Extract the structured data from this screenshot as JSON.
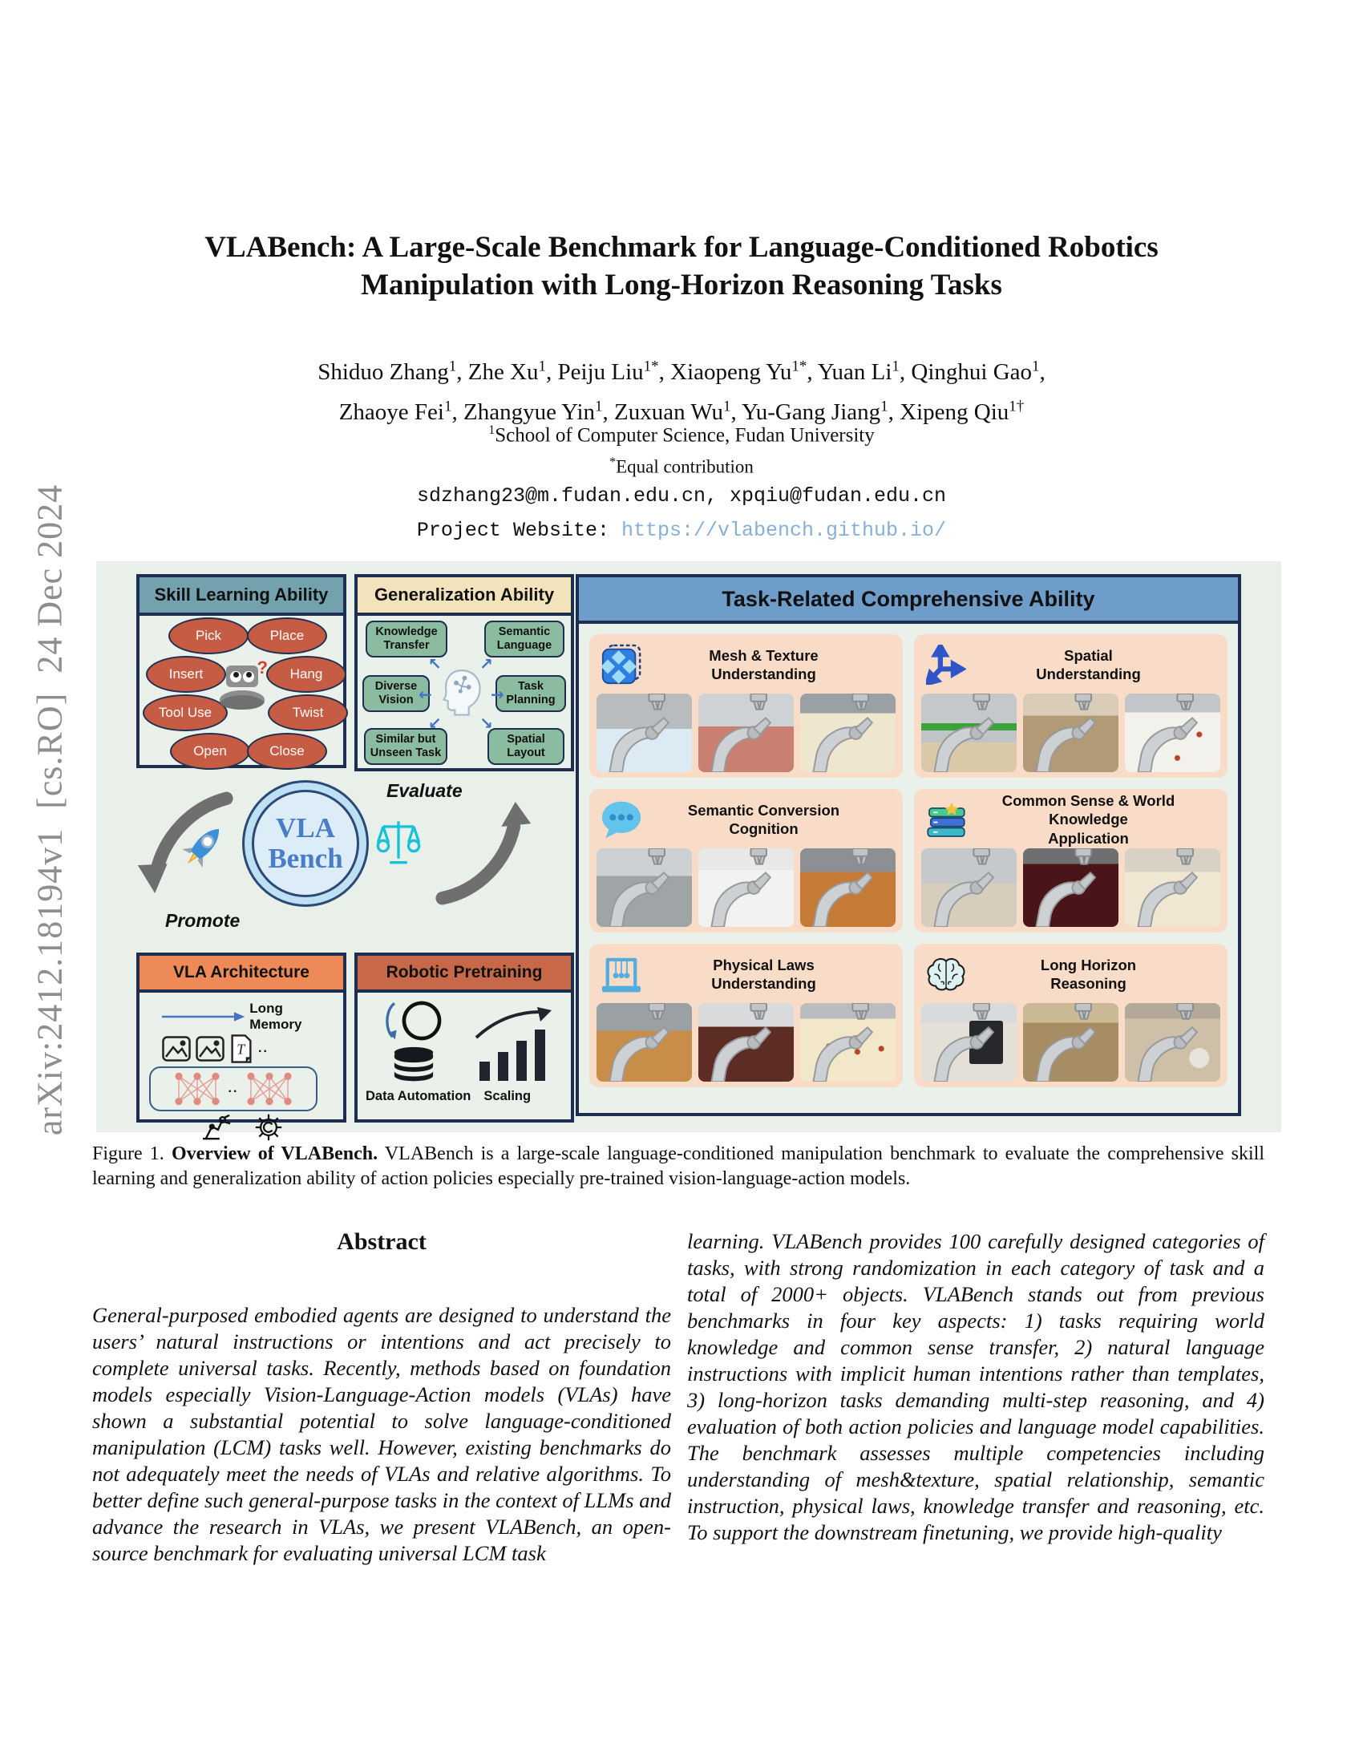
{
  "arxiv_sidebar": "arXiv:2412.18194v1  [cs.RO]  24 Dec 2024",
  "title": {
    "line1": "VLABench: A Large-Scale Benchmark for Language-Conditioned Robotics",
    "line2": "Manipulation with Long-Horizon Reasoning Tasks"
  },
  "authors": [
    {
      "name": "Shiduo Zhang",
      "sup": "1",
      "sep": ", "
    },
    {
      "name": "Zhe Xu",
      "sup": "1",
      "sep": ", "
    },
    {
      "name": "Peiju Liu",
      "sup": "1*",
      "sep": ", "
    },
    {
      "name": "Xiaopeng Yu",
      "sup": "1*",
      "sep": ", "
    },
    {
      "name": "Yuan Li",
      "sup": "1",
      "sep": ", "
    },
    {
      "name": "Qinghui Gao",
      "sup": "1",
      "sep": ","
    },
    {
      "name": "Zhaoye Fei",
      "sup": "1",
      "sep": ", "
    },
    {
      "name": "Zhangyue Yin",
      "sup": "1",
      "sep": ", "
    },
    {
      "name": "Zuxuan Wu",
      "sup": "1",
      "sep": ", "
    },
    {
      "name": "Yu-Gang Jiang",
      "sup": "1",
      "sep": ", "
    },
    {
      "name": "Xipeng Qiu",
      "sup": "1†",
      "sep": ""
    }
  ],
  "affiliation": {
    "sup": "1",
    "text": "School of Computer Science, Fudan University"
  },
  "contribution": {
    "sup": "*",
    "text": "Equal contribution"
  },
  "emails": "sdzhang23@m.fudan.edu.cn, xpqiu@fudan.edu.cn",
  "website": {
    "label": "Project Website:",
    "url": "https://vlabench.github.io/"
  },
  "figure": {
    "skill_panel": {
      "title": "Skill Learning Ability",
      "skills": [
        "Pick",
        "Place",
        "Insert",
        "Hang",
        "Tool Use",
        "Twist",
        "Open",
        "Close"
      ]
    },
    "generalization_panel": {
      "title": "Generalization Ability",
      "items": [
        "Knowledge Transfer",
        "Semantic Language",
        "Diverse Vision",
        "Task Planning",
        "Similar but Unseen Task",
        "Spatial Layout"
      ],
      "arrows": [
        "↖",
        "↗",
        "←",
        "→",
        "↙",
        "↘"
      ]
    },
    "task_panel": {
      "title": "Task-Related Comprehensive Ability",
      "subpanels": [
        {
          "icon": "mesh-texture-icon",
          "line1": "Mesh & Texture",
          "line2": "Understanding"
        },
        {
          "icon": "spatial-axes-icon",
          "line1": "Spatial",
          "line2": "Understanding"
        },
        {
          "icon": "speech-bubble-icon",
          "line1": "Semantic Conversion",
          "line2": "Cognition"
        },
        {
          "icon": "books-stack-icon",
          "line1": "Common Sense & World Knowledge",
          "line2": "Application"
        },
        {
          "icon": "newtons-cradle-icon",
          "line1": "Physical Laws",
          "line2": "Understanding"
        },
        {
          "icon": "brain-icon",
          "line1": "Long Horizon",
          "line2": "Reasoning"
        }
      ]
    },
    "cycle": {
      "brand_line1": "VLA",
      "brand_line2": "Bench",
      "evaluate_label": "Evaluate",
      "promote_label": "Promote"
    },
    "vla_arch_panel": {
      "title": "VLA Architecture",
      "long_memory_label": "Long Memory",
      "dots1": "..",
      "dots2": ".."
    },
    "pretrain_panel": {
      "title": "Robotic Pretraining",
      "label1": "Data Automation",
      "label2": "Scaling"
    },
    "colors": {
      "skill_header": "#74a1ae",
      "generalization_header": "#f3e3bd",
      "task_header": "#6f9dca",
      "subpanel_bg": "#f9dcc7",
      "skill_ellipse": "#c75c44",
      "generalization_box": "#8cbc9f",
      "vla_arch_header": "#ee8a57",
      "pretrain_header": "#c76849",
      "panel_border": "#1d2e4e",
      "figure_bg": "#e9f0ea",
      "brand_blue": "#4a7cc7"
    }
  },
  "caption": {
    "prefix": "Figure 1.",
    "bold": "Overview of VLABench.",
    "text": "VLABench is a large-scale language-conditioned manipulation benchmark to evaluate the comprehensive skill learning and generalization ability of action policies especially pre-trained vision-language-action models."
  },
  "abstract": {
    "heading": "Abstract",
    "left_text": "General-purposed embodied agents are designed to understand the users’ natural instructions or intentions and act precisely to complete universal tasks. Recently, methods based on foundation models especially Vision-Language-Action models (VLAs) have shown a substantial potential to solve language-conditioned manipulation (LCM) tasks well. However, existing benchmarks do not adequately meet the needs of VLAs and relative algorithms. To better define such general-purpose tasks in the context of LLMs and advance the research in VLAs, we present VLABench, an open-source benchmark for evaluating universal LCM task",
    "right_text": "learning. VLABench provides 100 carefully designed categories of tasks, with strong randomization in each category of task and a total of 2000+ objects. VLABench stands out from previous benchmarks in four key aspects: 1) tasks requiring world knowledge and common sense transfer, 2) natural language instructions with implicit human intentions rather than templates, 3) long-horizon tasks demanding multi-step reasoning, and 4) evaluation of both action policies and language model capabilities. The benchmark assesses multiple competencies including understanding of mesh&texture, spatial relationship, semantic instruction, physical laws, knowledge transfer and reasoning, etc. To support the downstream finetuning, we provide high-quality"
  }
}
